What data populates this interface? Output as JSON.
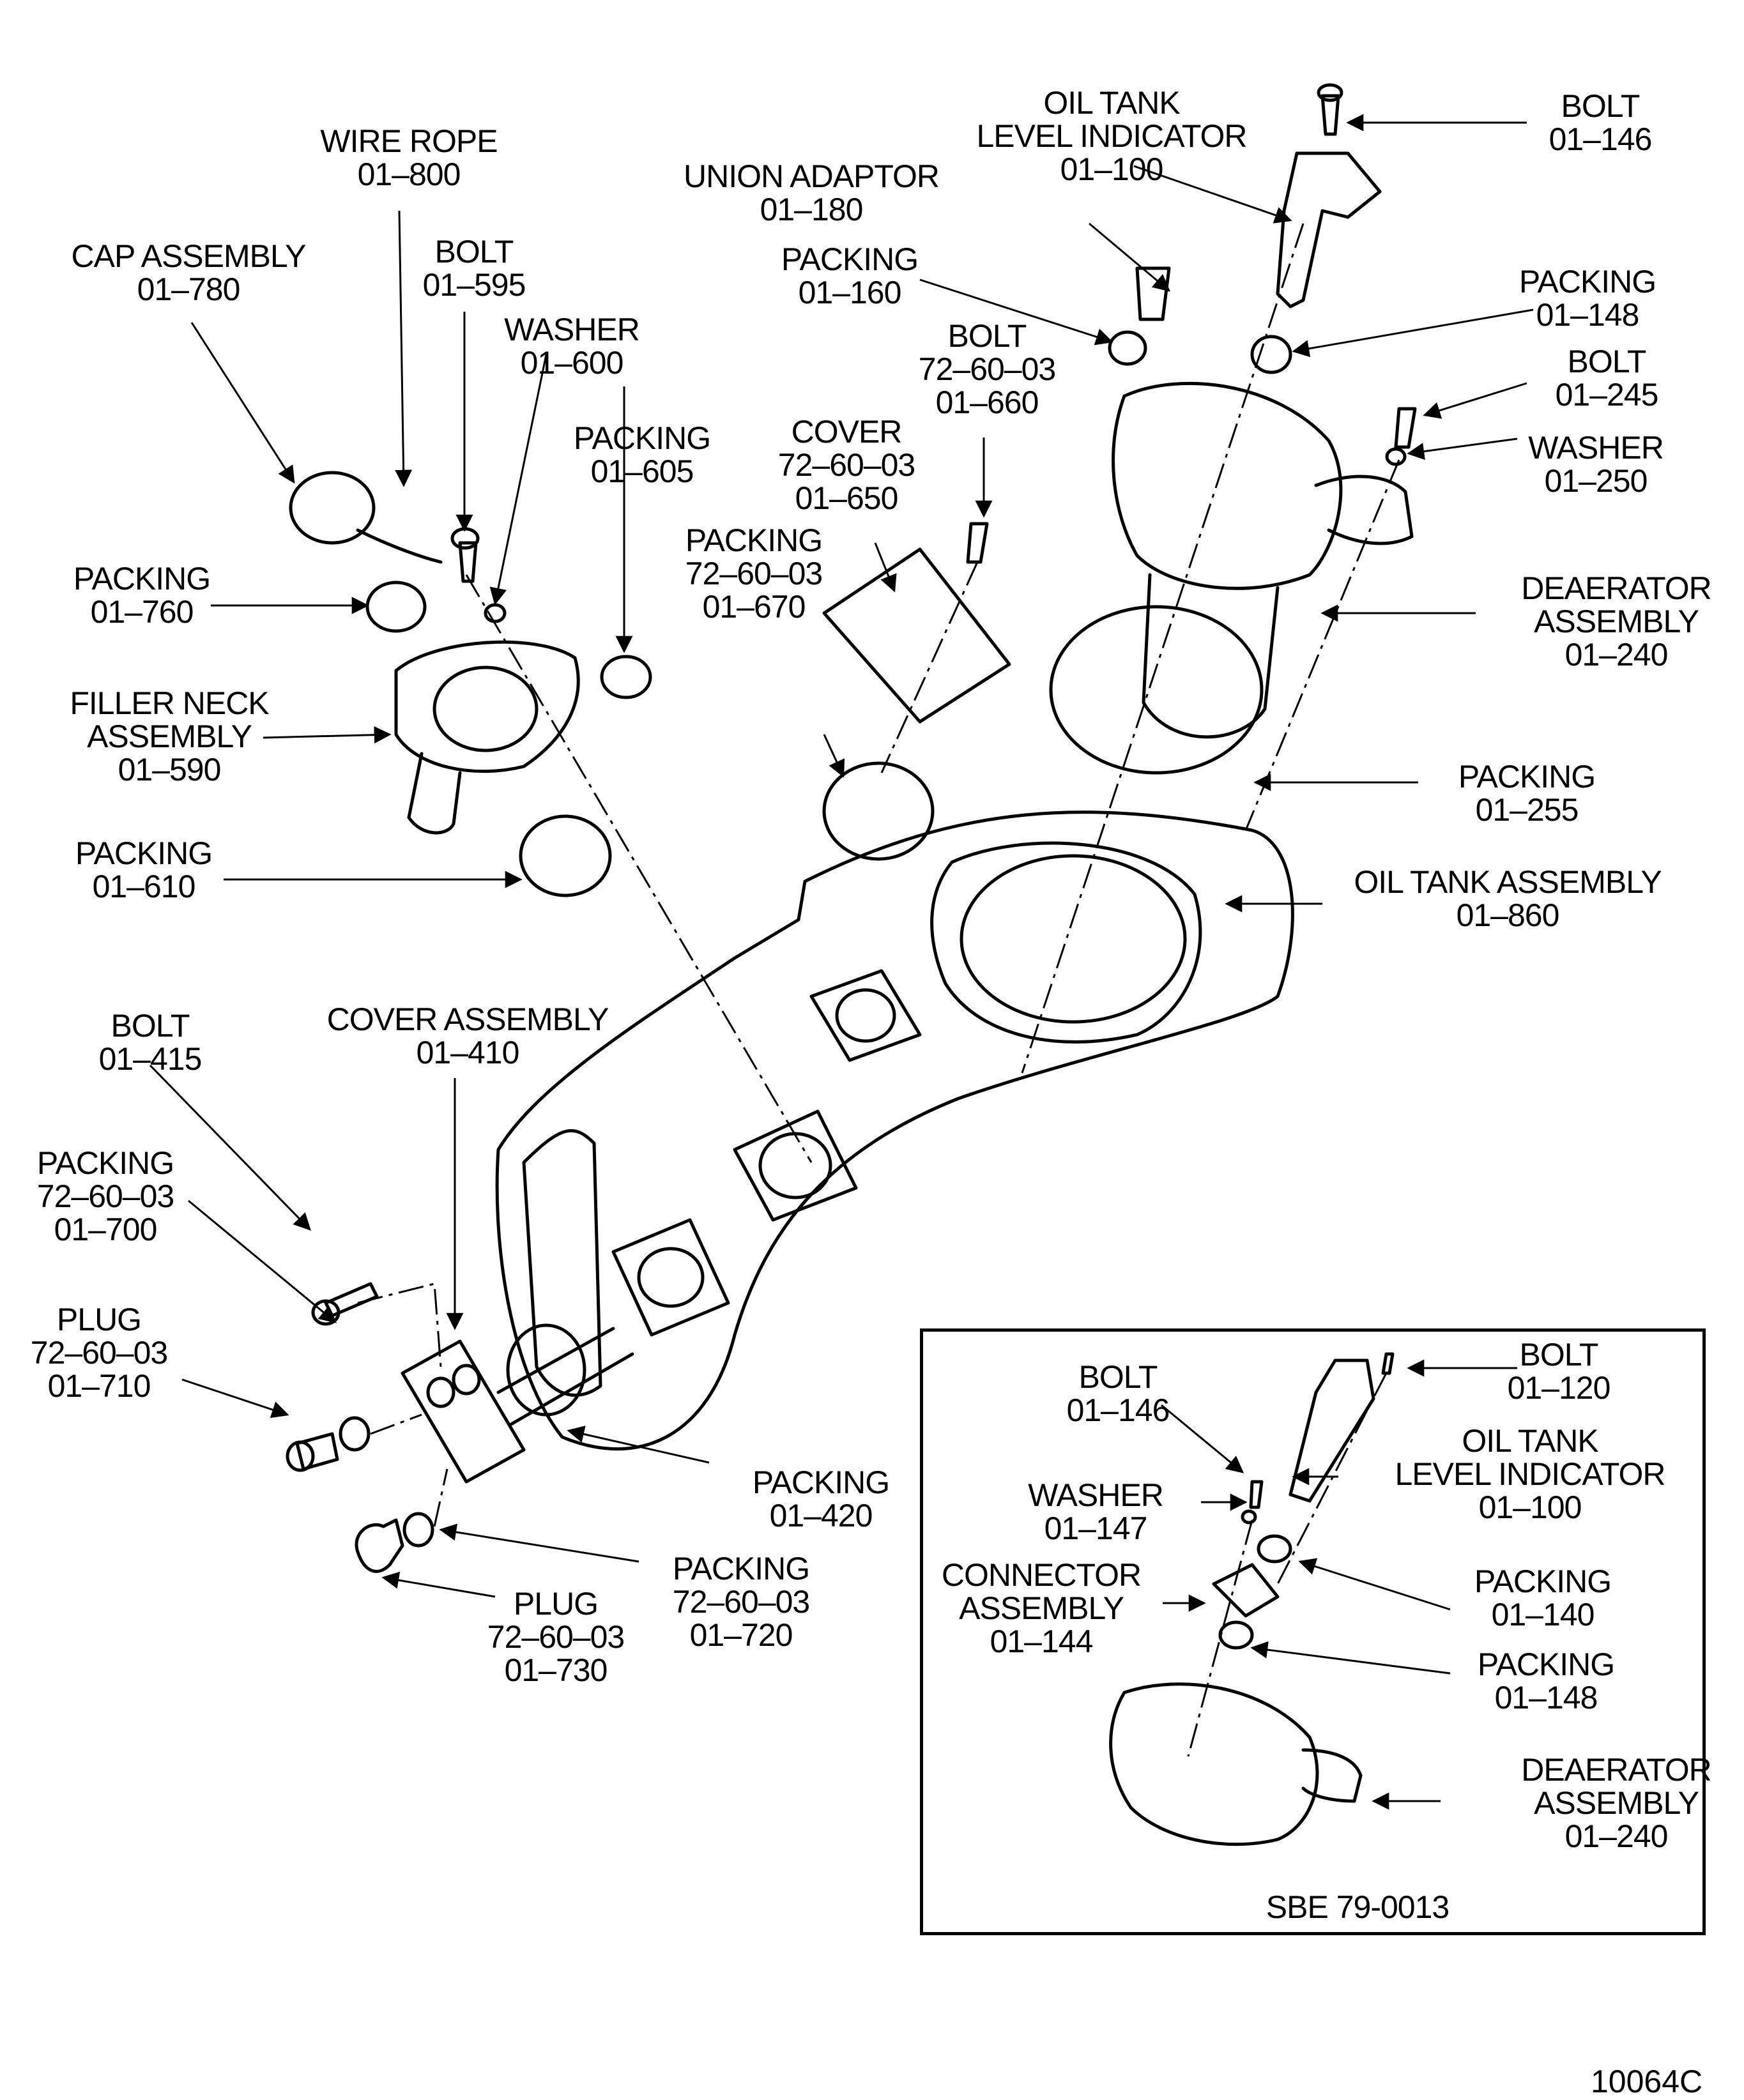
{
  "figure_number": "10064C",
  "inset_reference": "SBE 79-0013",
  "main_callouts": [
    {
      "id": "cap-assembly",
      "lines": [
        "CAP ASSEMBLY",
        "01–780"
      ]
    },
    {
      "id": "wire-rope",
      "lines": [
        "WIRE ROPE",
        "01–800"
      ]
    },
    {
      "id": "bolt-595",
      "lines": [
        "BOLT",
        "01–595"
      ]
    },
    {
      "id": "washer-600",
      "lines": [
        "WASHER",
        "01–600"
      ]
    },
    {
      "id": "packing-605",
      "lines": [
        "PACKING",
        "01–605"
      ]
    },
    {
      "id": "packing-760",
      "lines": [
        "PACKING",
        "01–760"
      ]
    },
    {
      "id": "filler-neck",
      "lines": [
        "FILLER NECK",
        "ASSEMBLY",
        "01–590"
      ]
    },
    {
      "id": "packing-610",
      "lines": [
        "PACKING",
        "01–610"
      ]
    },
    {
      "id": "union-adaptor",
      "lines": [
        "UNION ADAPTOR",
        "01–180"
      ]
    },
    {
      "id": "packing-160",
      "lines": [
        "PACKING",
        "01–160"
      ]
    },
    {
      "id": "oil-tank-level-indicator",
      "lines": [
        "OIL TANK",
        "LEVEL INDICATOR",
        "01–100"
      ]
    },
    {
      "id": "bolt-146",
      "lines": [
        "BOLT",
        "01–146"
      ]
    },
    {
      "id": "packing-148",
      "lines": [
        "PACKING",
        "01–148"
      ]
    },
    {
      "id": "bolt-660",
      "lines": [
        "BOLT",
        "72–60–03",
        "01–660"
      ]
    },
    {
      "id": "cover-650",
      "lines": [
        "COVER",
        "72–60–03",
        "01–650"
      ]
    },
    {
      "id": "packing-670",
      "lines": [
        "PACKING",
        "72–60–03",
        "01–670"
      ]
    },
    {
      "id": "bolt-245",
      "lines": [
        "BOLT",
        "01–245"
      ]
    },
    {
      "id": "washer-250",
      "lines": [
        "WASHER",
        "01–250"
      ]
    },
    {
      "id": "deaerator-assembly",
      "lines": [
        "DEAERATOR",
        "ASSEMBLY",
        "01–240"
      ]
    },
    {
      "id": "packing-255",
      "lines": [
        "PACKING",
        "01–255"
      ]
    },
    {
      "id": "oil-tank-assembly",
      "lines": [
        "OIL TANK ASSEMBLY",
        "01–860"
      ]
    },
    {
      "id": "bolt-415",
      "lines": [
        "BOLT",
        "01–415"
      ]
    },
    {
      "id": "cover-assembly",
      "lines": [
        "COVER ASSEMBLY",
        "01–410"
      ]
    },
    {
      "id": "packing-700",
      "lines": [
        "PACKING",
        "72–60–03",
        "01–700"
      ]
    },
    {
      "id": "plug-710",
      "lines": [
        "PLUG",
        "72–60–03",
        "01–710"
      ]
    },
    {
      "id": "packing-420",
      "lines": [
        "PACKING",
        "01–420"
      ]
    },
    {
      "id": "packing-720",
      "lines": [
        "PACKING",
        "72–60–03",
        "01–720"
      ]
    },
    {
      "id": "plug-730",
      "lines": [
        "PLUG",
        "72–60–03",
        "01–730"
      ]
    }
  ],
  "inset_callouts": [
    {
      "id": "inset-bolt-120",
      "lines": [
        "BOLT",
        "01–120"
      ]
    },
    {
      "id": "inset-bolt-146",
      "lines": [
        "BOLT",
        "01–146"
      ]
    },
    {
      "id": "inset-oil-tank-level-indicator",
      "lines": [
        "OIL TANK",
        "LEVEL INDICATOR",
        "01–100"
      ]
    },
    {
      "id": "inset-washer-147",
      "lines": [
        "WASHER",
        "01–147"
      ]
    },
    {
      "id": "inset-connector-assembly",
      "lines": [
        "CONNECTOR",
        "ASSEMBLY",
        "01–144"
      ]
    },
    {
      "id": "inset-packing-140",
      "lines": [
        "PACKING",
        "01–140"
      ]
    },
    {
      "id": "inset-packing-148",
      "lines": [
        "PACKING",
        "01–148"
      ]
    },
    {
      "id": "inset-deaerator-assembly",
      "lines": [
        "DEAERATOR",
        "ASSEMBLY",
        "01–240"
      ]
    }
  ]
}
